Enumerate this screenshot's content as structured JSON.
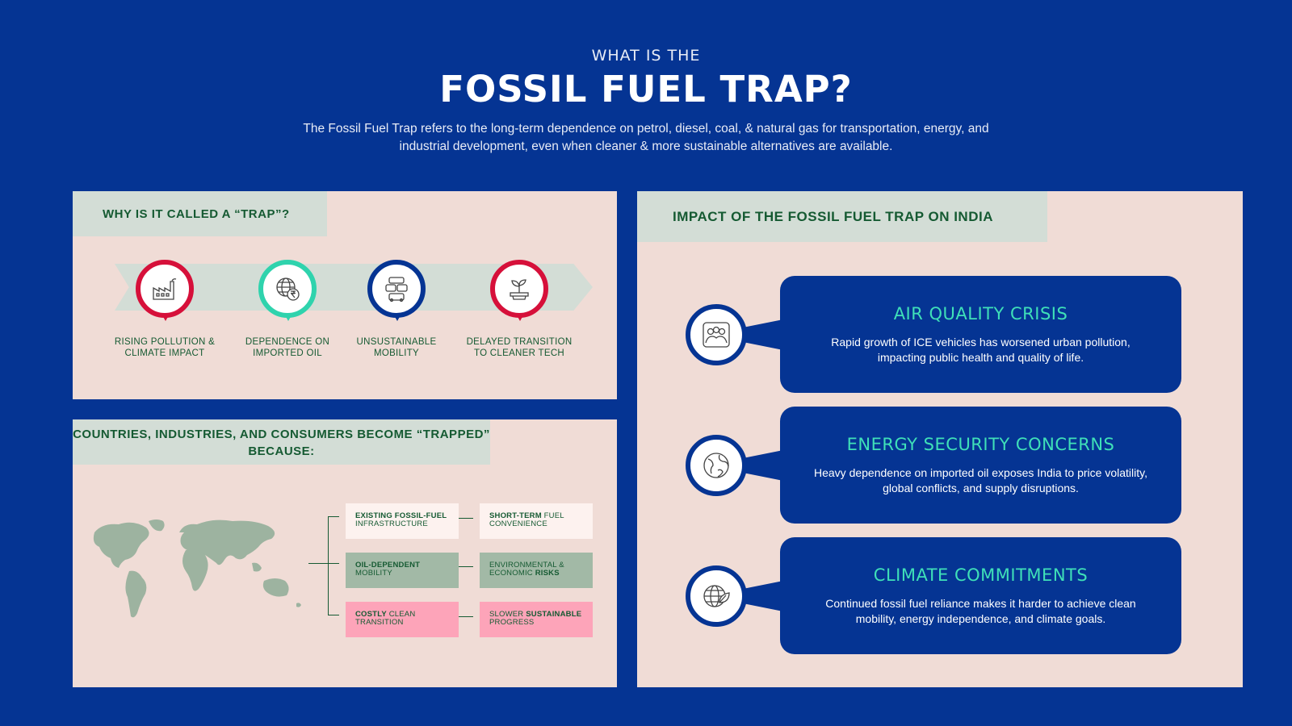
{
  "header": {
    "pre_title": "WHAT IS THE",
    "title": "FOSSIL FUEL TRAP?",
    "subtitle": "The Fossil Fuel Trap refers to the long-term dependence on petrol, diesel, coal, & natural gas for transportation, energy, and industrial development, even when cleaner & more sustainable alternatives are available."
  },
  "why_panel": {
    "title": "WHY IS IT CALLED A “TRAP”?",
    "items": [
      {
        "label": "RISING POLLUTION & CLIMATE IMPACT",
        "icon": "factory-icon",
        "color": "#d6103a"
      },
      {
        "label": "DEPENDENCE ON IMPORTED OIL",
        "icon": "globe-rupee-icon",
        "color": "#2fd3ad"
      },
      {
        "label": "UNSUSTAINABLE MOBILITY",
        "icon": "traffic-icon",
        "color": "#053493"
      },
      {
        "label": "DELAYED TRANSITION TO CLEANER TECH",
        "icon": "sprout-icon",
        "color": "#d6103a"
      }
    ]
  },
  "trapped_panel": {
    "title": "COUNTRIES, INDUSTRIES, AND CONSUMERS BECOME “TRAPPED” BECAUSE:",
    "rows": [
      {
        "left_bold": "EXISTING FOSSIL-FUEL",
        "left_rest": "INFRASTRUCTURE",
        "right_bold": "SHORT-TERM",
        "right_rest": "FUEL CONVENIENCE",
        "style": "white"
      },
      {
        "left_bold": "OIL-DEPENDENT",
        "left_rest": "MOBILITY",
        "right_pre": "ENVIRONMENTAL & ECONOMIC",
        "right_bold": "RISKS",
        "style": "green"
      },
      {
        "left_bold": "COSTLY",
        "left_rest": "CLEAN TRANSITION",
        "right_pre": "SLOWER",
        "right_bold": "SUSTAINABLE",
        "right_rest": "PROGRESS",
        "style": "pink"
      }
    ]
  },
  "impact_panel": {
    "title": "IMPACT OF THE FOSSIL FUEL TRAP ON INDIA",
    "cards": [
      {
        "title": "AIR QUALITY CRISIS",
        "text": "Rapid growth of ICE vehicles has worsened urban pollution, impacting public health and quality of life.",
        "icon": "people-group-icon"
      },
      {
        "title": "ENERGY SECURITY CONCERNS",
        "text": "Heavy dependence on imported oil exposes India to price volatility, global conflicts, and supply disruptions.",
        "icon": "globe-icon"
      },
      {
        "title": "CLIMATE COMMITMENTS",
        "text": "Continued fossil fuel reliance makes it harder to achieve clean mobility, energy independence, and climate goals.",
        "icon": "globe-leaf-icon"
      }
    ]
  },
  "colors": {
    "background": "#053493",
    "panel": "#f0dcd6",
    "tab": "#d3ddd6",
    "dark_green": "#155a32",
    "accent_red": "#d6103a",
    "accent_teal": "#2fd3ad",
    "card_title": "#3fe0b8"
  }
}
